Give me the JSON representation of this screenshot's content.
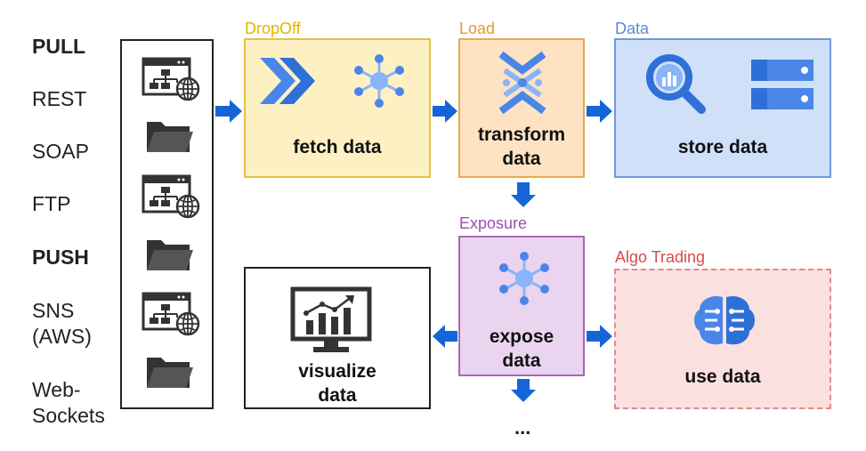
{
  "sources": {
    "pull_heading": "PULL",
    "rest": "REST",
    "soap": "SOAP",
    "ftp": "FTP",
    "push_heading": "PUSH",
    "sns_line1": "SNS",
    "sns_line2": "(AWS)",
    "ws_line1": "Web-",
    "ws_line2": "Sockets",
    "icons": [
      "sitemap-web-icon",
      "folder-icon",
      "sitemap-web-icon",
      "folder-icon",
      "sitemap-web-icon",
      "folder-icon"
    ]
  },
  "stages": {
    "dropoff": {
      "title": "DropOff",
      "label": "fetch data",
      "title_color": "#e0b400",
      "fill": "#fdf1c4",
      "border": "#e7bf45"
    },
    "load": {
      "title": "Load",
      "label_line1": "transform",
      "label_line2": "data",
      "title_color": "#e39b2a",
      "fill": "#fde3c4",
      "border": "#e9a94a"
    },
    "data": {
      "title": "Data",
      "label": "store data",
      "title_color": "#5a8bd6",
      "fill": "#cfe0f8",
      "border": "#6f9ad8"
    },
    "exposure": {
      "title": "Exposure",
      "label_line1": "expose",
      "label_line2": "data",
      "title_color": "#a04fb0",
      "fill": "#ead4f0",
      "border": "#a768b5"
    },
    "algo": {
      "title": "Algo Trading",
      "label": "use data",
      "title_color": "#d84a4a",
      "fill": "#fbe0e0",
      "border": "#e08a8a"
    },
    "visualize": {
      "label_line1": "visualize",
      "label_line2": "data"
    }
  },
  "more": "...",
  "colors": {
    "arrow": "#1565d8",
    "icon_blue": "#4a86e8",
    "icon_light": "#8ab4f8",
    "icon_dark": "#333333"
  }
}
